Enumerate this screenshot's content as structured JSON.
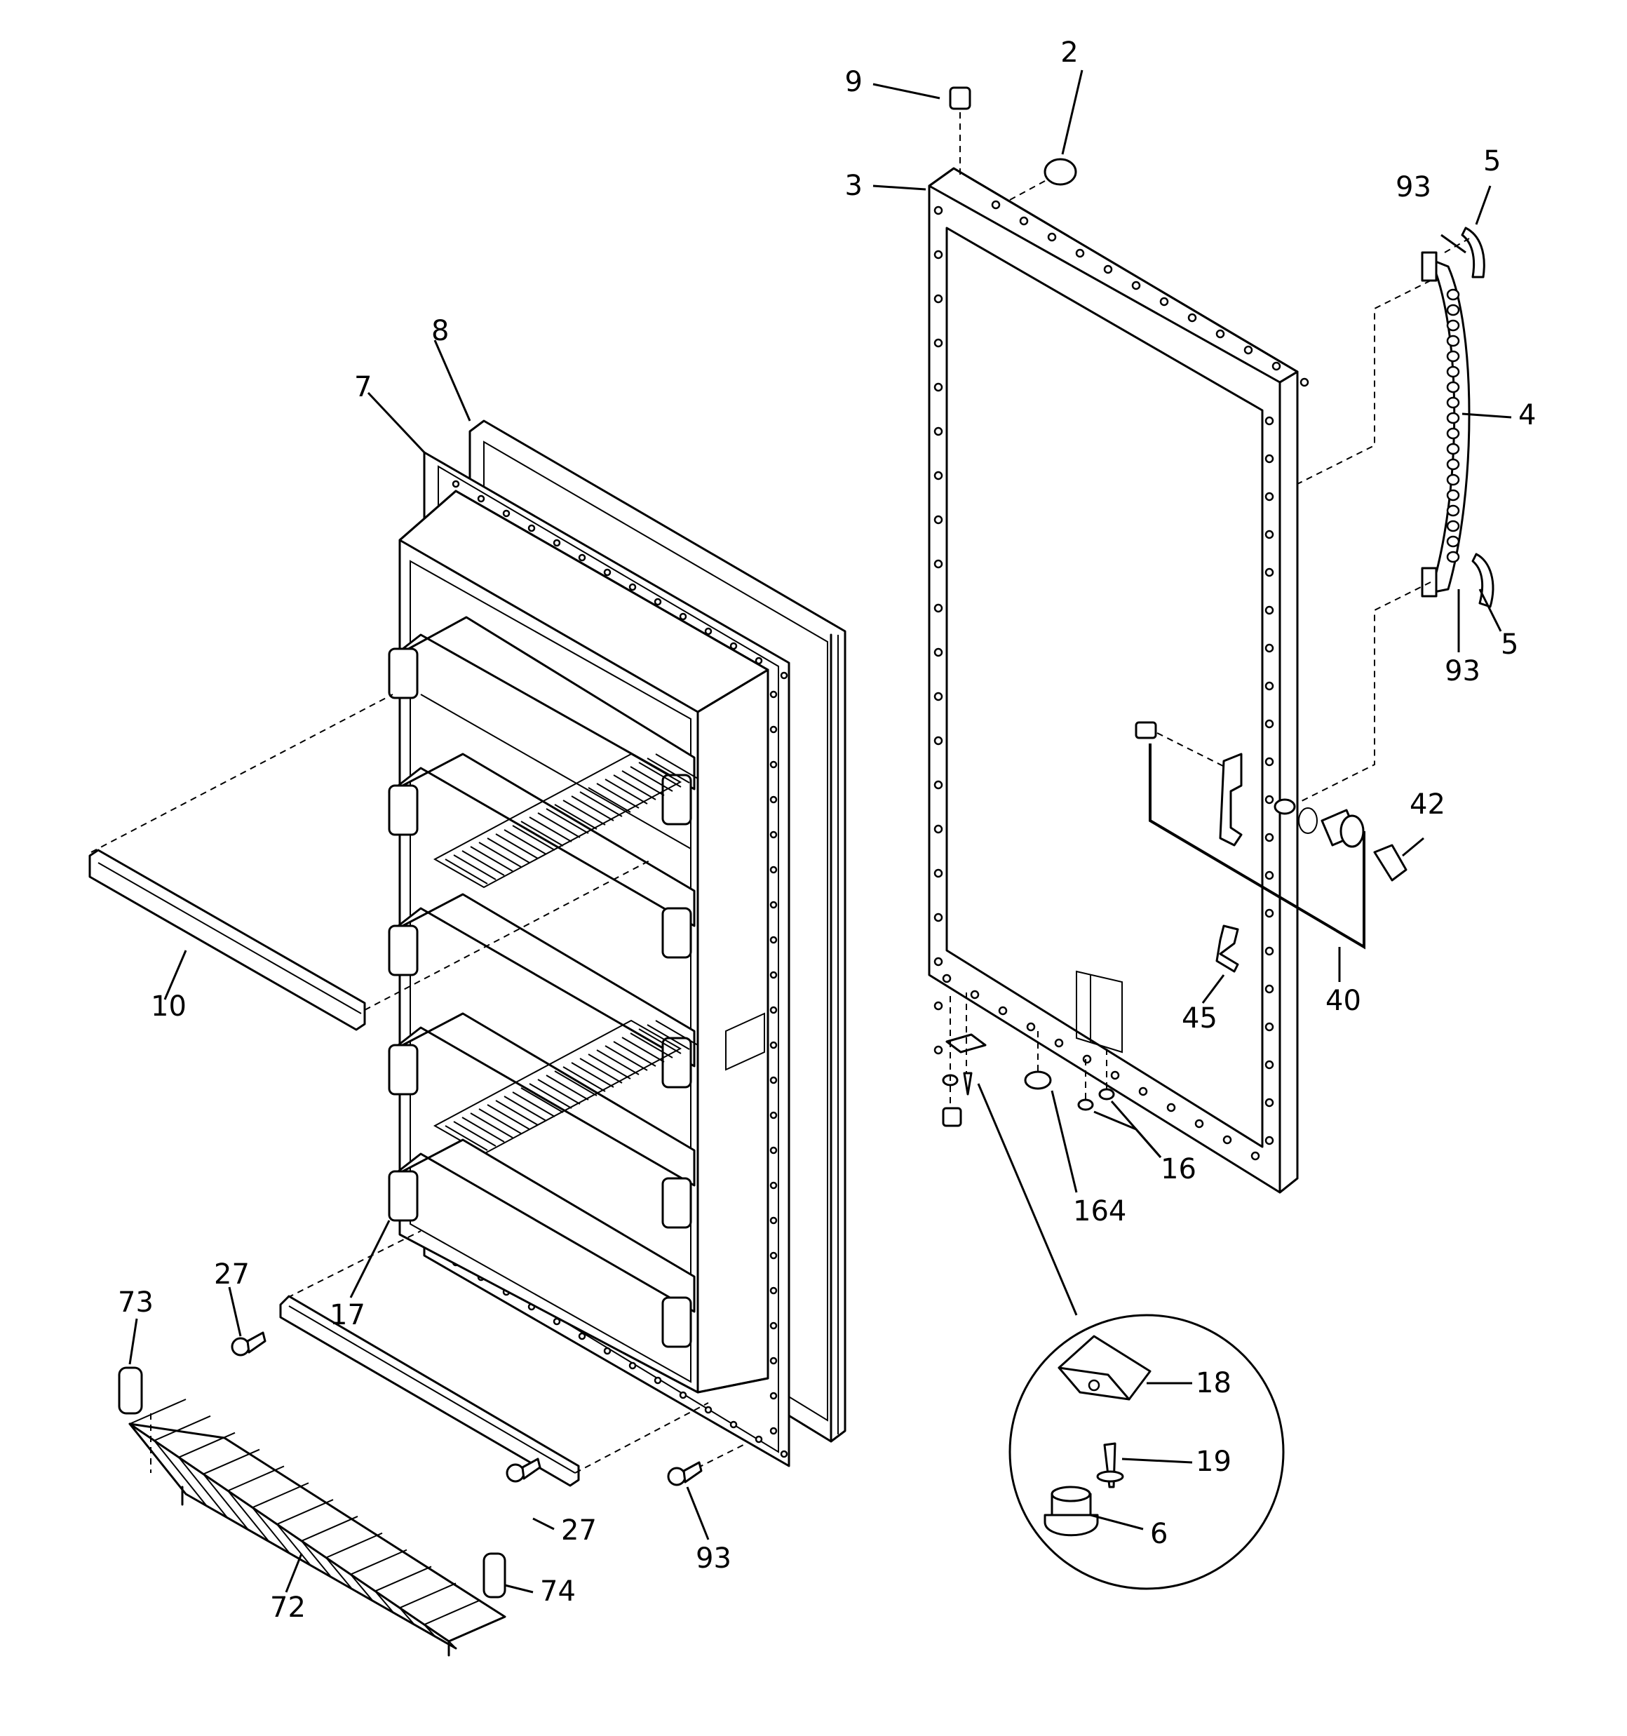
{
  "callouts": [
    {
      "id": "2",
      "text": "2"
    },
    {
      "id": "3",
      "text": "3"
    },
    {
      "id": "4",
      "text": "4"
    },
    {
      "id": "5a",
      "text": "5"
    },
    {
      "id": "5b",
      "text": "5"
    },
    {
      "id": "6",
      "text": "6"
    },
    {
      "id": "7",
      "text": "7"
    },
    {
      "id": "8",
      "text": "8"
    },
    {
      "id": "9",
      "text": "9"
    },
    {
      "id": "10",
      "text": "10"
    },
    {
      "id": "16",
      "text": "16"
    },
    {
      "id": "17",
      "text": "17"
    },
    {
      "id": "18",
      "text": "18"
    },
    {
      "id": "19",
      "text": "19"
    },
    {
      "id": "27a",
      "text": "27"
    },
    {
      "id": "27b",
      "text": "27"
    },
    {
      "id": "40",
      "text": "40"
    },
    {
      "id": "42",
      "text": "42"
    },
    {
      "id": "45",
      "text": "45"
    },
    {
      "id": "72",
      "text": "72"
    },
    {
      "id": "73",
      "text": "73"
    },
    {
      "id": "74",
      "text": "74"
    },
    {
      "id": "93a",
      "text": "93"
    },
    {
      "id": "93b",
      "text": "93"
    },
    {
      "id": "93c",
      "text": "93"
    },
    {
      "id": "164",
      "text": "164"
    }
  ]
}
